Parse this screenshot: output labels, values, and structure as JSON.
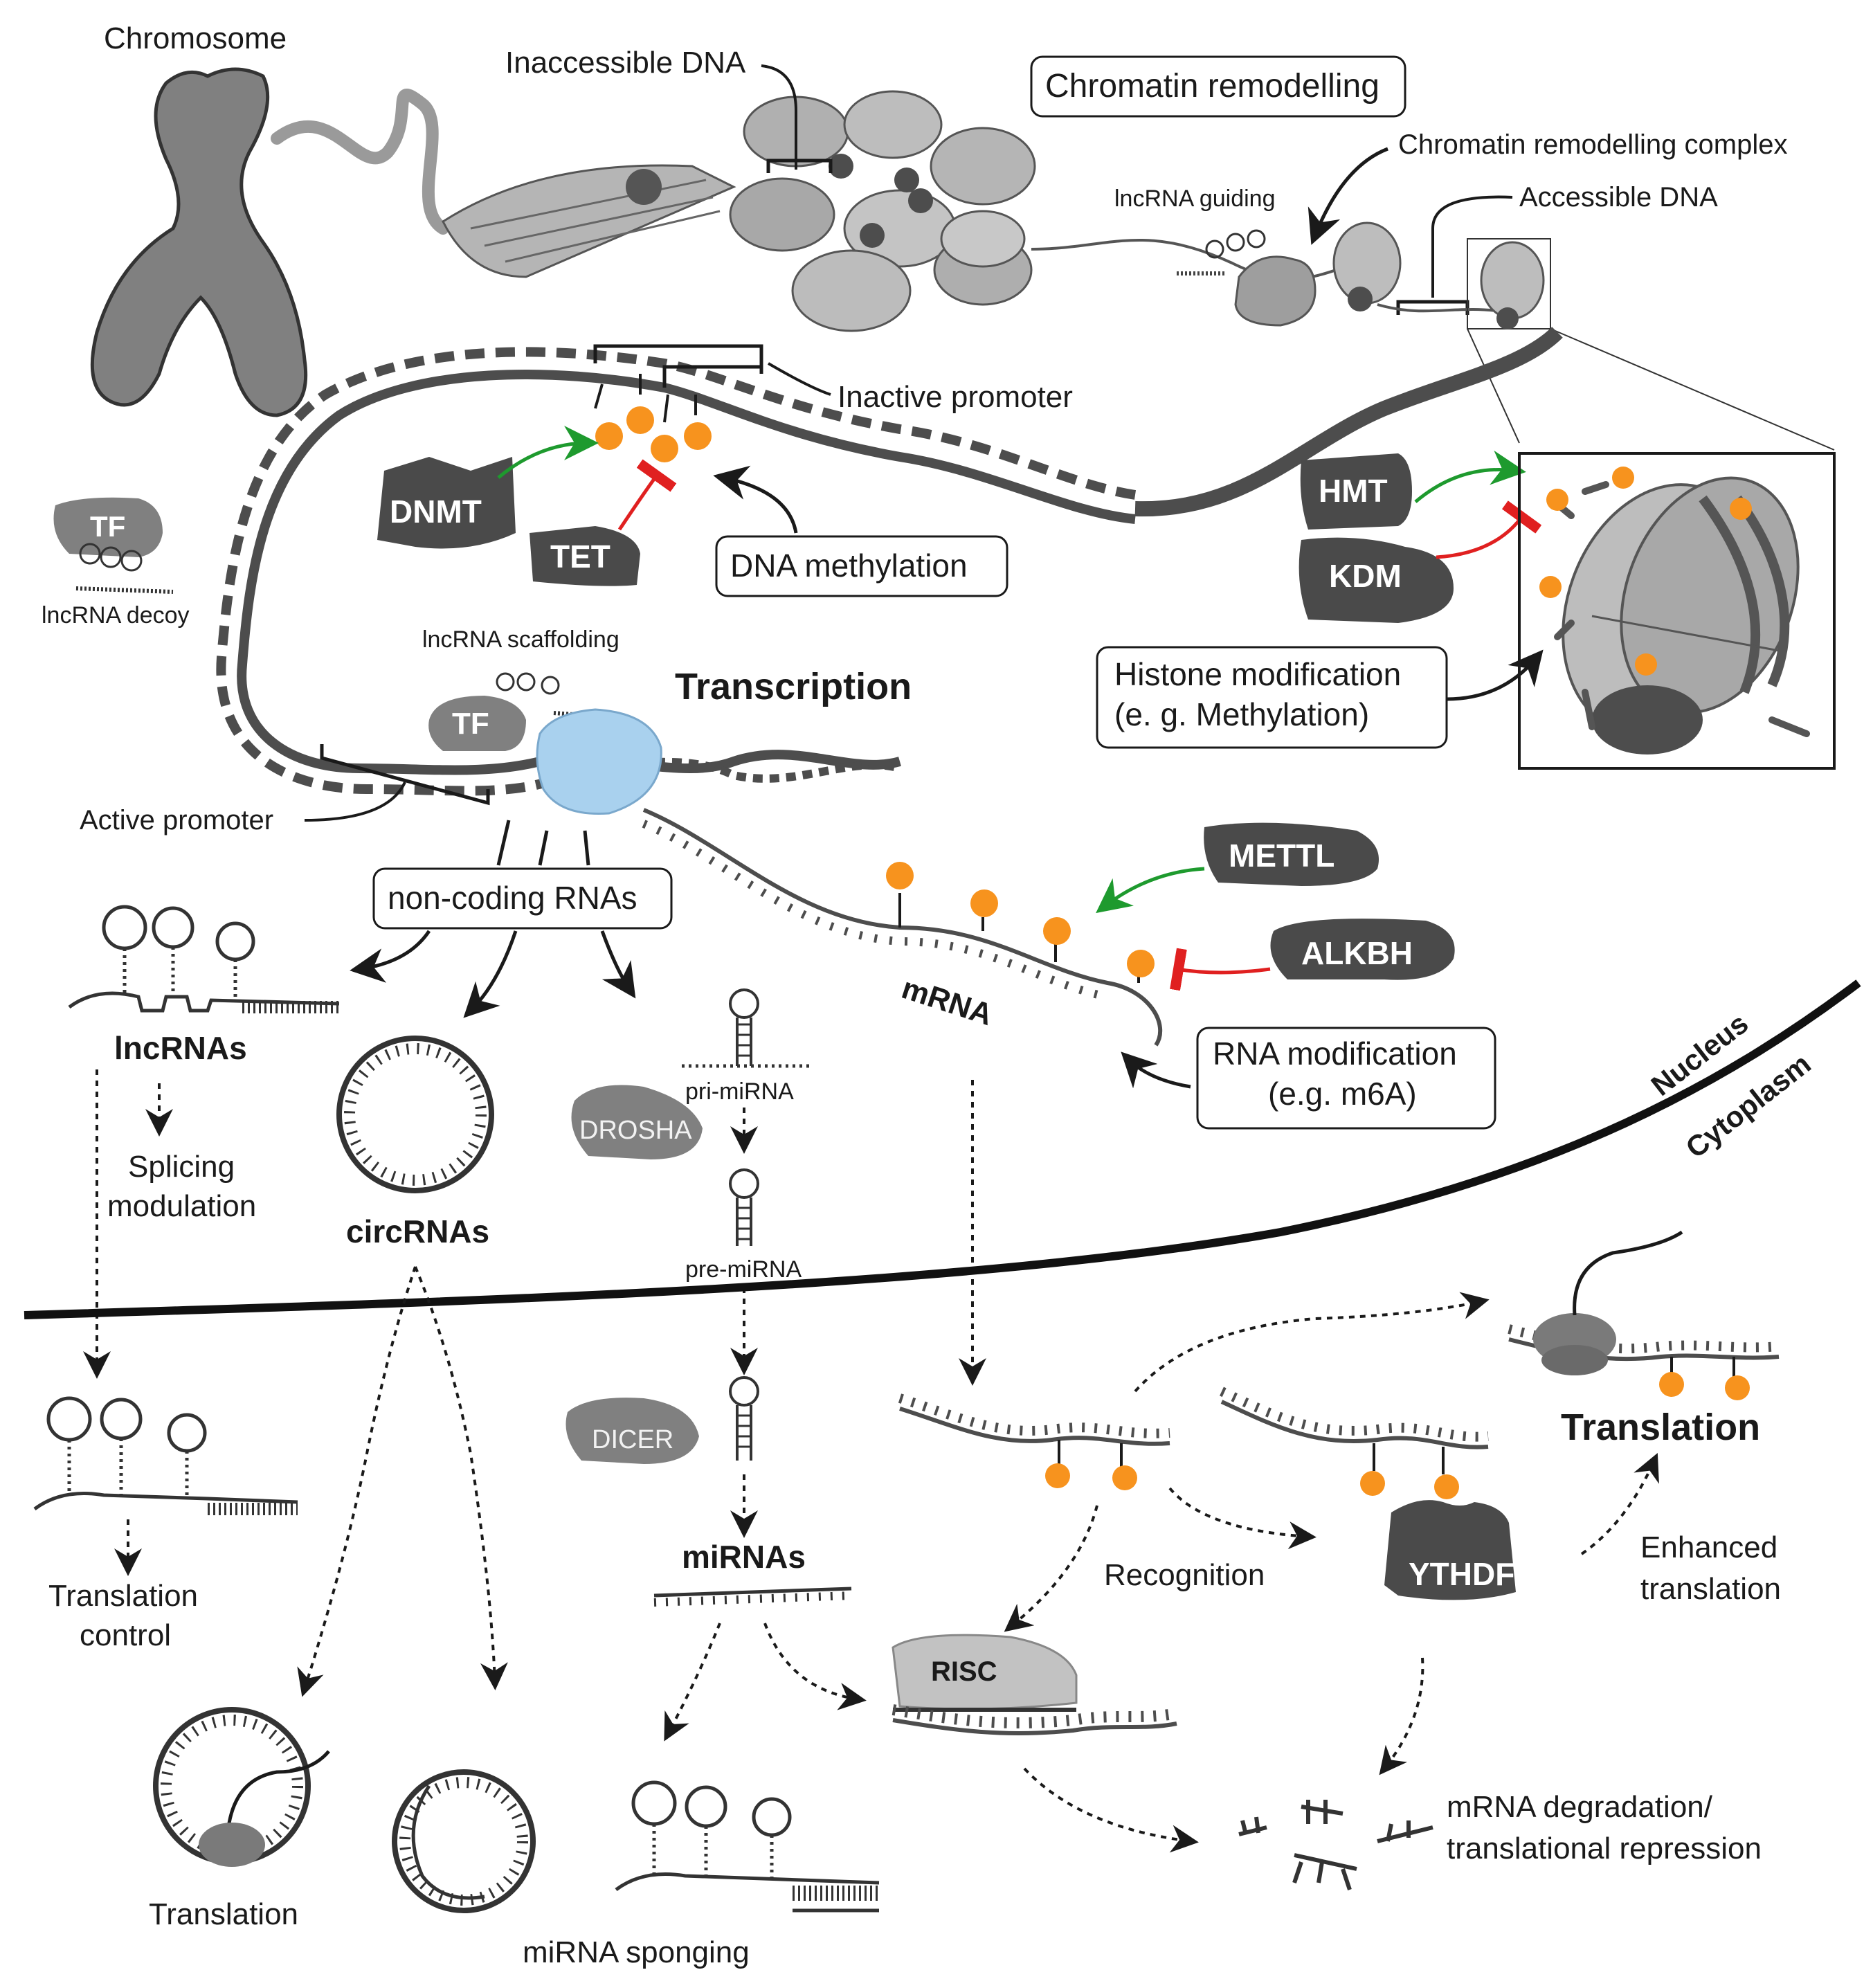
{
  "labels": {
    "chromosome": "Chromosome",
    "inaccessible_dna": "Inaccessible DNA",
    "chromatin_remodelling": "Chromatin remodelling",
    "chromatin_remodelling_complex": "Chromatin remodelling complex",
    "lncrna_guiding": "lncRNA guiding",
    "accessible_dna": "Accessible DNA",
    "inactive_promoter": "Inactive promoter",
    "dna_methylation": "DNA methylation",
    "lncrna_decoy": "lncRNA decoy",
    "lncrna_scaffolding": "lncRNA scaffolding",
    "transcription": "Transcription",
    "active_promoter": "Active promoter",
    "histone_modification_1": "Histone modification",
    "histone_modification_2": "(e. g. Methylation)",
    "non_coding_rnas": "non-coding RNAs",
    "lncrnas": "lncRNAs",
    "circrnas": "circRNAs",
    "pri_mirna": "pri-miRNA",
    "pre_mirna": "pre-miRNA",
    "mirnas": "miRNAs",
    "mrna": "mRNA",
    "splicing_1": "Splicing",
    "splicing_2": "modulation",
    "rna_modification_1": "RNA modification",
    "rna_modification_2": "(e.g. m6A)",
    "nucleus": "Nucleus",
    "cytoplasm": "Cytoplasm",
    "translation_control_1": "Translation",
    "translation_control_2": "control",
    "translation_circ": "Translation",
    "mirna_sponging": "miRNA sponging",
    "recognition": "Recognition",
    "enhanced_translation_1": "Enhanced",
    "enhanced_translation_2": "translation",
    "translation_main": "Translation",
    "degradation_1": "mRNA degradation/",
    "degradation_2": "translational repression"
  },
  "enzymes": {
    "dnmt": "DNMT",
    "tet": "TET",
    "hmt": "HMT",
    "kdm": "KDM",
    "tf_decoy": "TF",
    "tf_scaffold": "TF",
    "mettl": "METTL",
    "alkbh": "ALKBH",
    "drosha": "DROSHA",
    "dicer": "DICER",
    "risc": "RISC",
    "ythdf": "YTHDF"
  },
  "colors": {
    "activation_arrow": "#1e9a2e",
    "inhibition_arrow": "#e02020",
    "methyl_mark": "#f7931e",
    "polymerase": "#a9d1ee",
    "enzyme_dark": "#4a4a4a",
    "enzyme_mid": "#7a7a7a",
    "membrane": "#111111"
  }
}
